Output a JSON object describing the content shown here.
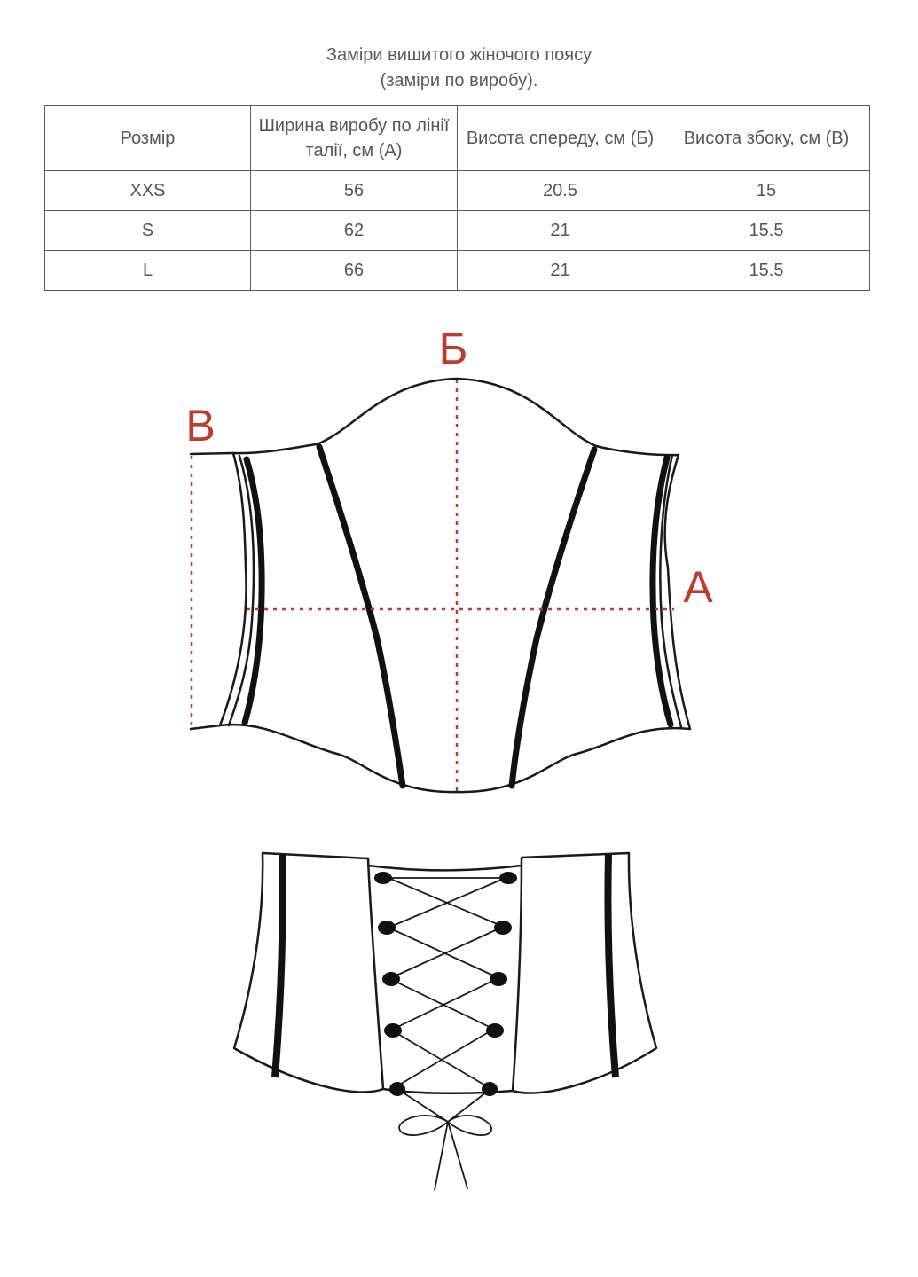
{
  "title": {
    "line1": "Заміри вишитого жіночого поясу",
    "line2": "(заміри по виробу)."
  },
  "table": {
    "headers": [
      "Розмір",
      "Ширина виробу по лінії талії, см (А)",
      "Висота спереду, см (Б)",
      "Висота збоку, см (В)"
    ],
    "rows": [
      [
        "XXS",
        "56",
        "20.5",
        "15"
      ],
      [
        "S",
        "62",
        "21",
        "15.5"
      ],
      [
        "L",
        "66",
        "21",
        "15.5"
      ]
    ]
  },
  "diagram": {
    "label_front_height": "Б",
    "label_side_height": "В",
    "label_waist_width": "А",
    "measure_color": "#c0392b",
    "line_color": "#1a1a1a"
  }
}
